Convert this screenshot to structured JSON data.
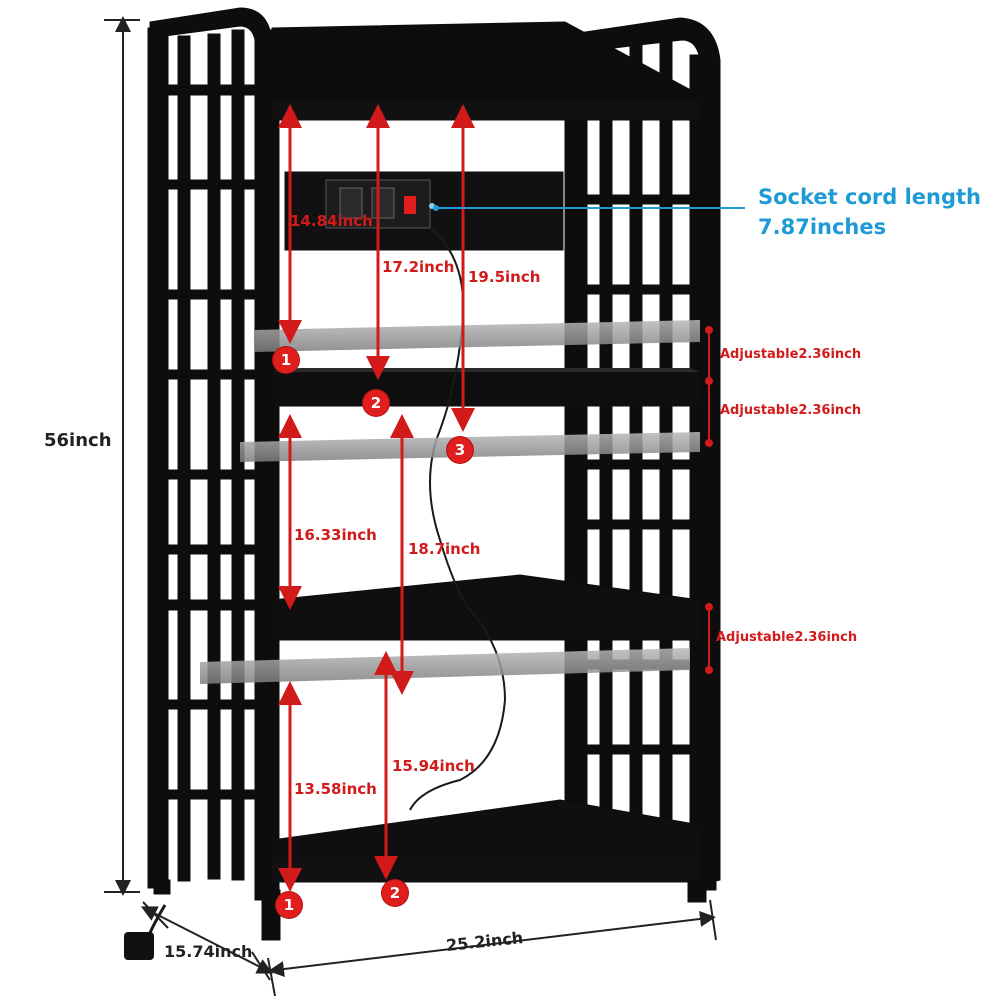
{
  "dimensions": {
    "height": "56inch",
    "depth": "15.74inch",
    "width": "25.2inch"
  },
  "socket": {
    "line1": "Socket cord length",
    "line2": "7.87inches",
    "color": "#1e9ad6"
  },
  "measurements": {
    "top_1": "14.84inch",
    "top_2": "17.2inch",
    "top_3": "19.5inch",
    "middle_1": "16.33inch",
    "middle_2": "18.7inch",
    "bottom_1": "13.58inch",
    "bottom_2": "15.94inch",
    "adjust_1": "Adjustable2.36inch",
    "adjust_2": "Adjustable2.36inch",
    "adjust_3": "Adjustable2.36inch"
  },
  "badges": [
    "1",
    "2",
    "3",
    "1",
    "2"
  ],
  "colors": {
    "frame": "#0d0d0d",
    "measure_red": "#d21a1a",
    "badge_red": "#e01e1e",
    "ghost_shelf": "#8a8a8a"
  }
}
